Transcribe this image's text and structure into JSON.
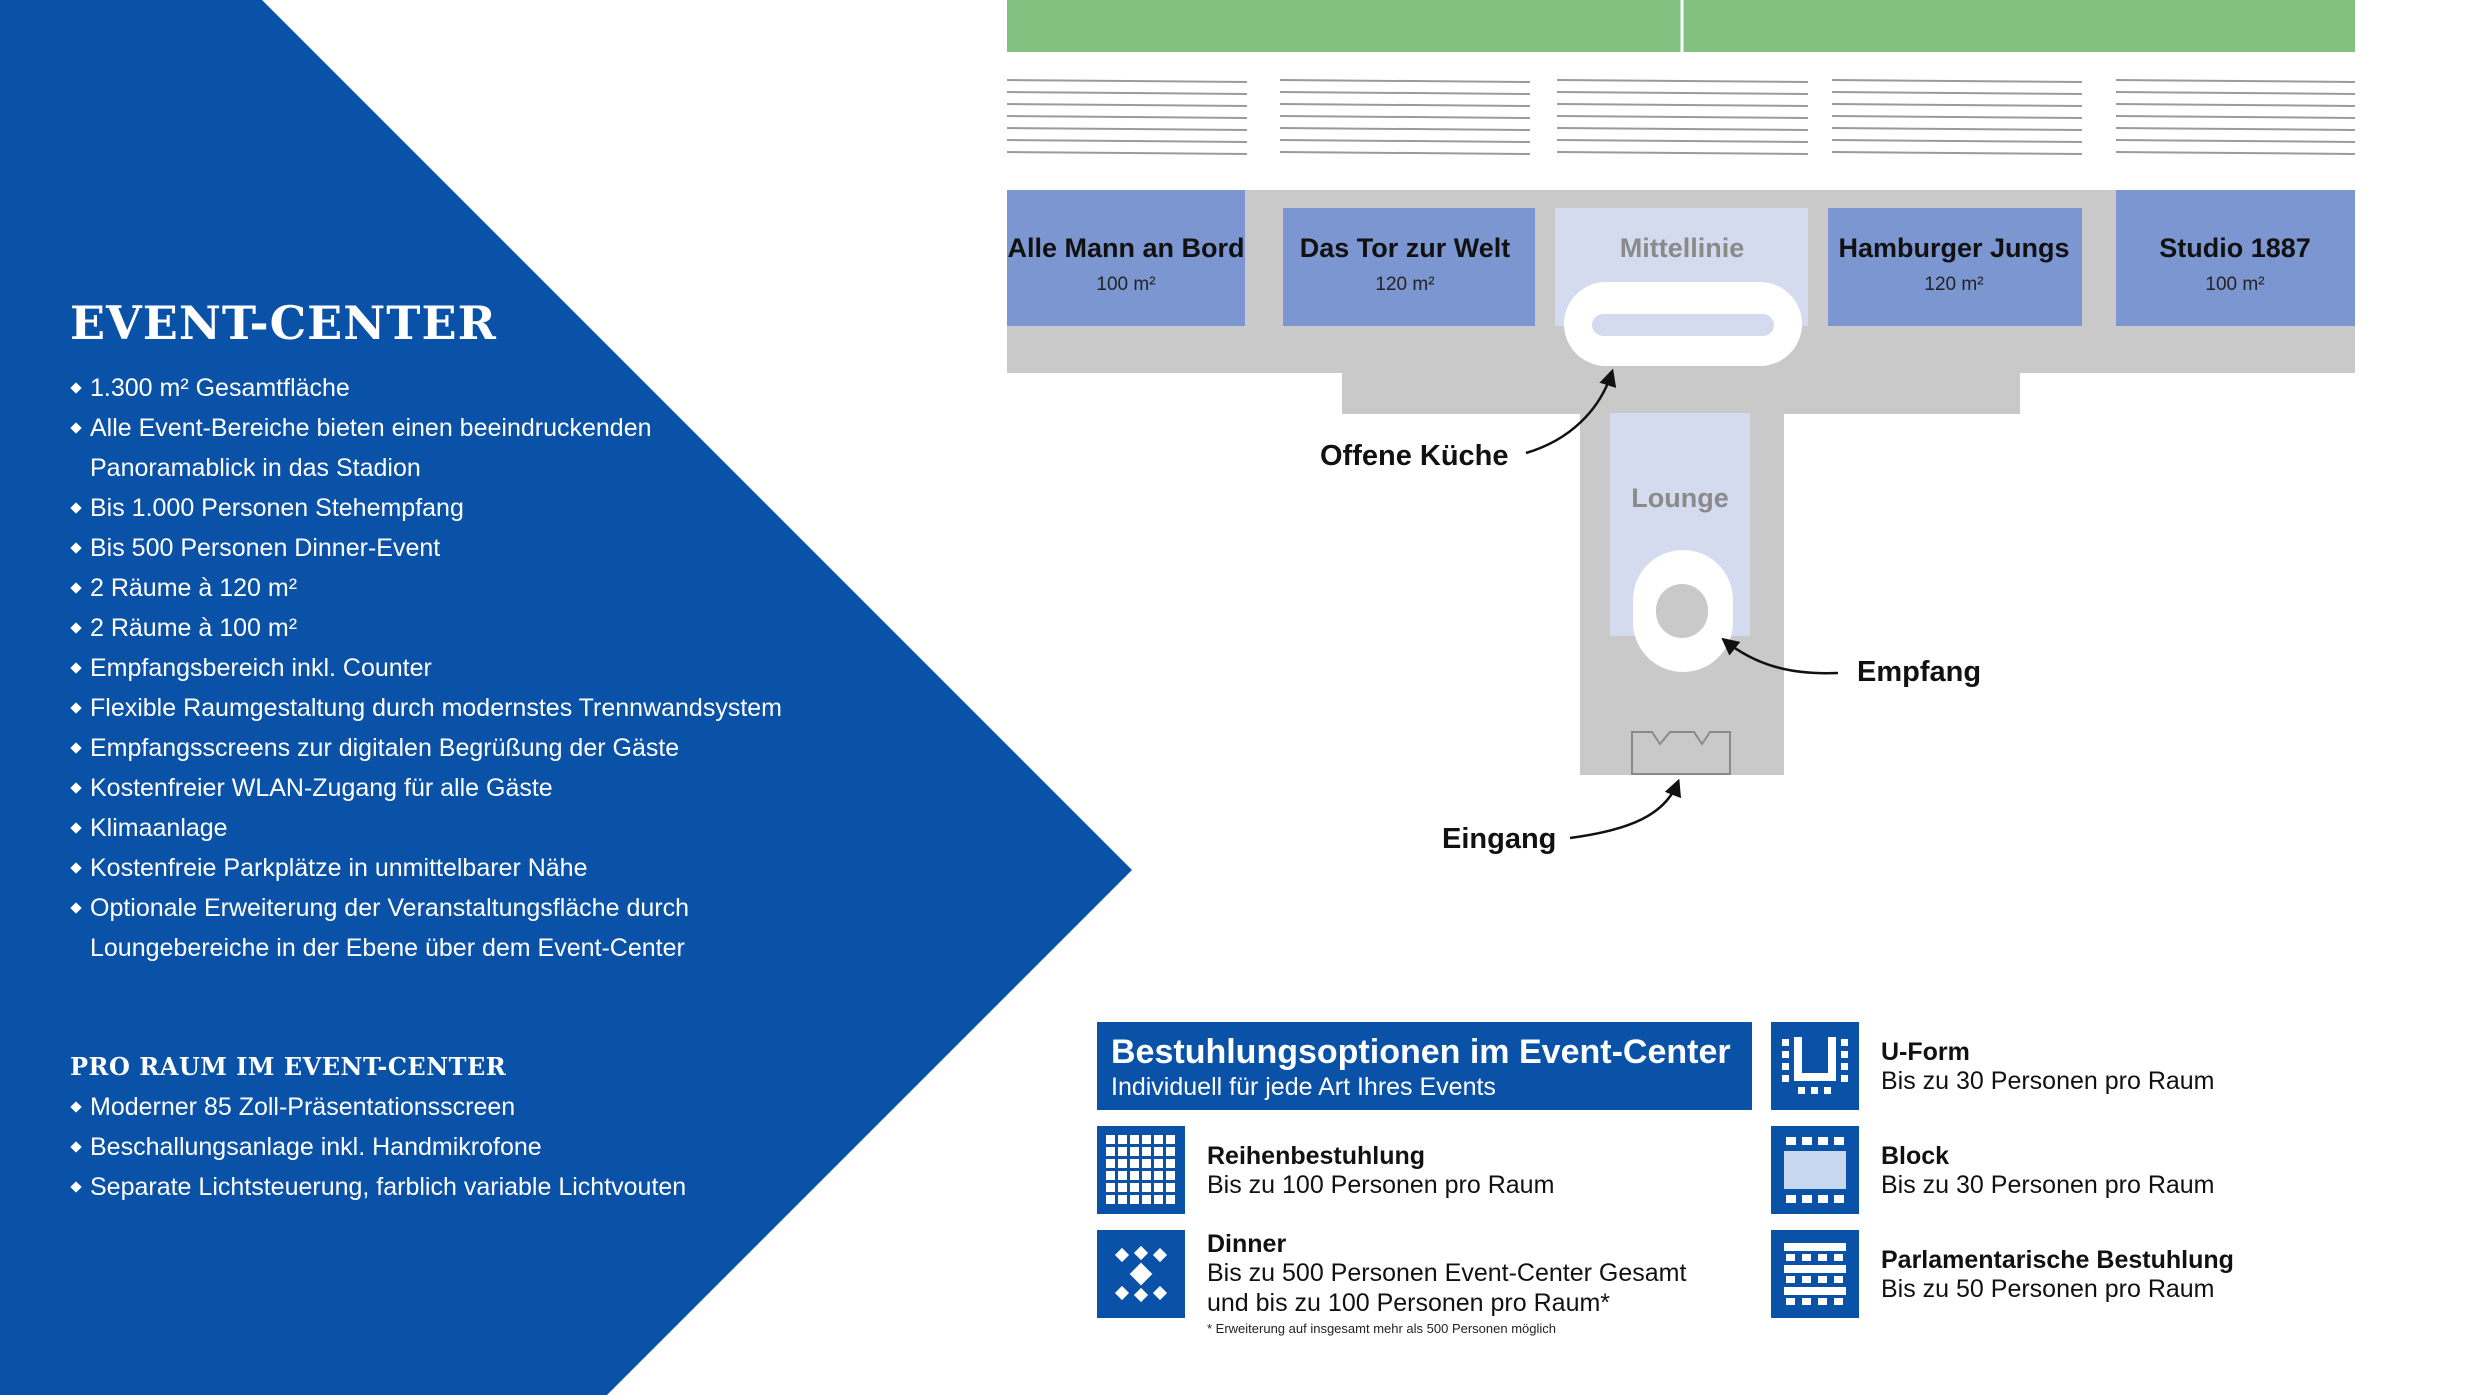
{
  "event_center": {
    "heading": "EVENT-CENTER",
    "bullets": [
      "1.300 m² Gesamtfläche",
      "Alle Event-Bereiche bieten einen beeindruckenden",
      "Panoramablick in das Stadion",
      "Bis 1.000 Personen Stehempfang",
      "Bis 500 Personen Dinner-Event",
      "2 Räume à 120 m²",
      "2 Räume à 100 m²",
      "Empfangsbereich inkl. Counter",
      "Flexible Raumgestaltung durch modernstes Trennwandsystem",
      "Empfangsscreens zur digitalen Begrüßung der Gäste",
      "Kostenfreier WLAN-Zugang für alle Gäste",
      "Klimaanlage",
      "Kostenfreie Parkplätze in unmittelbarer Nähe",
      "Optionale Erweiterung der Veranstaltungsfläche durch",
      "Loungebereiche in der Ebene über dem Event-Center"
    ]
  },
  "per_room": {
    "heading": "PRO RAUM IM EVENT-CENTER",
    "bullets": [
      "Moderner 85 Zoll-Präsentationsscreen",
      "Beschallungsanlage inkl. Handmikrofone",
      "Separate Lichtsteuerung, farblich variable Lichtvouten"
    ]
  },
  "floorplan": {
    "rooms": [
      {
        "name": "Alle Mann an Bord",
        "size": "100 m²"
      },
      {
        "name": "Das Tor zur Welt",
        "size": "120 m²"
      },
      {
        "name": "Mittellinie",
        "size": ""
      },
      {
        "name": "Hamburger Jungs",
        "size": "120 m²"
      },
      {
        "name": "Studio 1887",
        "size": "100 m²"
      }
    ],
    "lounge": "Lounge",
    "callouts": {
      "kitchen": "Offene Küche",
      "reception": "Empfang",
      "entrance": "Eingang"
    },
    "colors": {
      "pitch": "#82c17f",
      "room": "#7b96d0",
      "room_light": "#d4dbef",
      "corridor": "#c9c9c9",
      "panel": "#0a52a8"
    }
  },
  "seating": {
    "title": "Bestuhlungsoptionen im Event-Center",
    "subtitle": "Individuell für jede Art Ihres Events",
    "options": [
      {
        "icon": "rows-seating-icon",
        "name": "Reihenbestuhlung",
        "lines": [
          "Bis zu 100 Personen pro Raum"
        ]
      },
      {
        "icon": "dinner-seating-icon",
        "name": "Dinner",
        "lines": [
          "Bis zu 500 Personen Event-Center Gesamt",
          "und bis zu 100 Personen pro Raum*"
        ],
        "note": "* Erweiterung auf insgesamt mehr als 500 Personen möglich"
      },
      {
        "icon": "u-form-seating-icon",
        "name": "U-Form",
        "lines": [
          "Bis zu 30 Personen pro Raum"
        ]
      },
      {
        "icon": "block-seating-icon",
        "name": "Block",
        "lines": [
          "Bis zu 30 Personen pro Raum"
        ]
      },
      {
        "icon": "parliament-seating-icon",
        "name": "Parlamentarische Bestuhlung",
        "lines": [
          "Bis zu 50 Personen pro Raum"
        ]
      }
    ]
  }
}
